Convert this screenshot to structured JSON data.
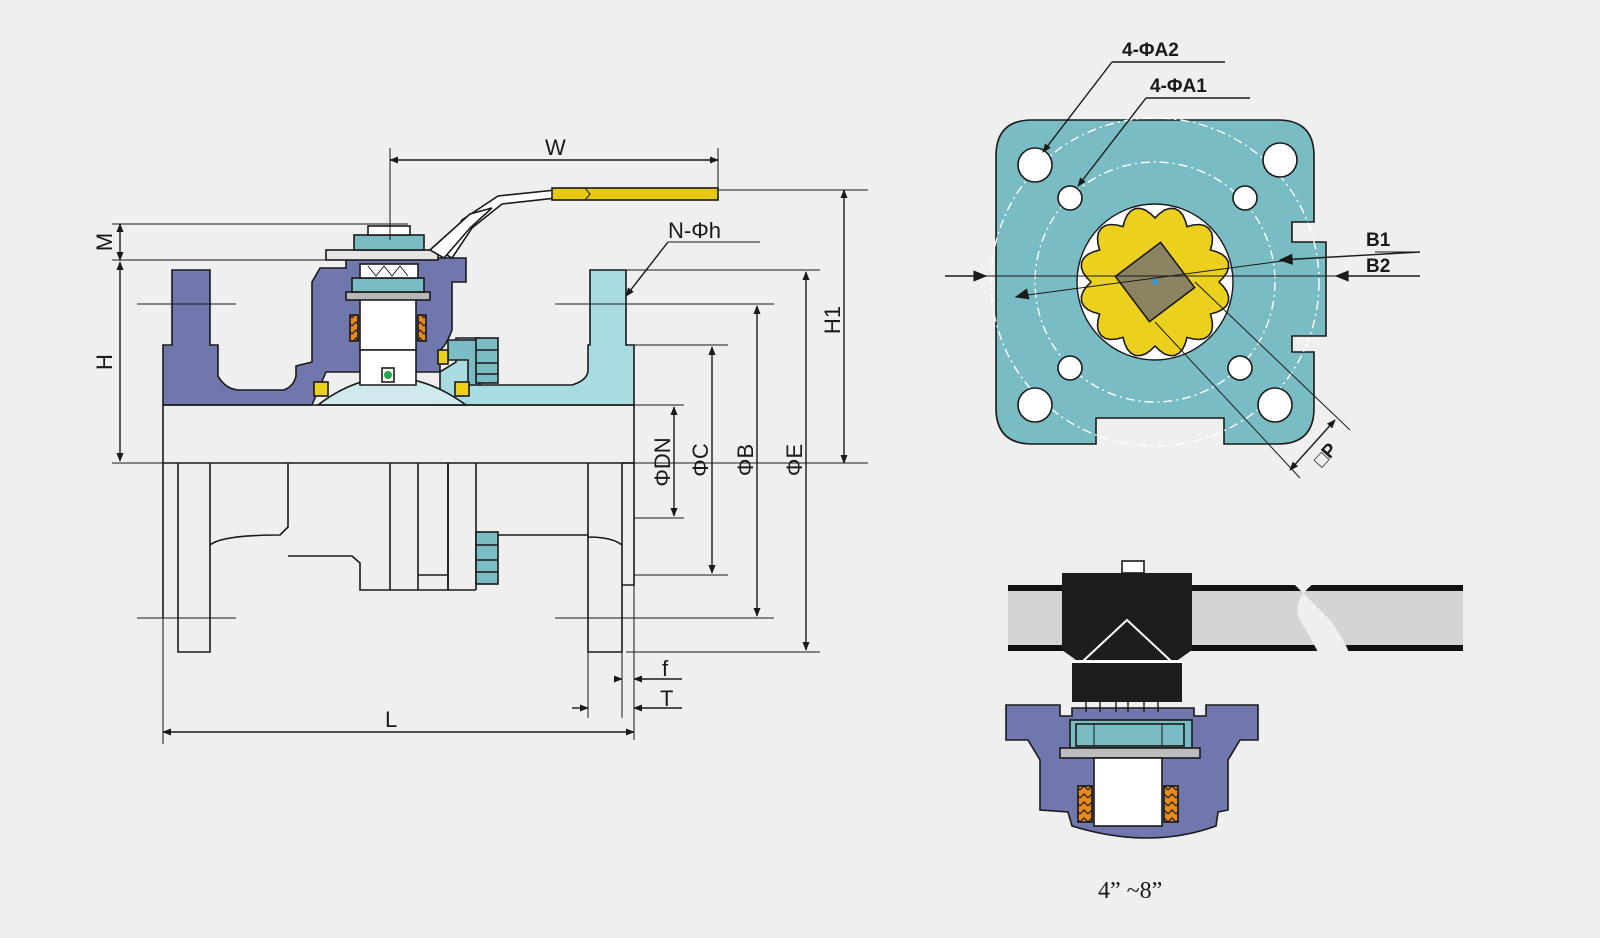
{
  "front_view": {
    "labels": {
      "w": "W",
      "n_phi_h": "N-Φh",
      "m": "M",
      "h": "H",
      "h1": "H1",
      "phi_dn": "ΦDN",
      "phi_c": "ΦC",
      "phi_b": "ΦB",
      "phi_e": "ΦE",
      "f": "f",
      "t": "T",
      "l": "L"
    }
  },
  "top_view": {
    "labels": {
      "a2": "4-ΦA2",
      "a1": "4-ΦA1",
      "b1": "B1",
      "b2": "B2",
      "p": "□P"
    }
  },
  "detail_view": {
    "caption": "4” ~8”"
  },
  "colors": {
    "body": "#6f77ad",
    "flange": "#a9dce0",
    "pad": "#79bcc4",
    "stem_head": "#ecd01e",
    "square": "#8b8361",
    "handle": "#e8c810",
    "seal": "#e98a1d",
    "ball": "#cfe9ec",
    "background": "#efefef"
  }
}
